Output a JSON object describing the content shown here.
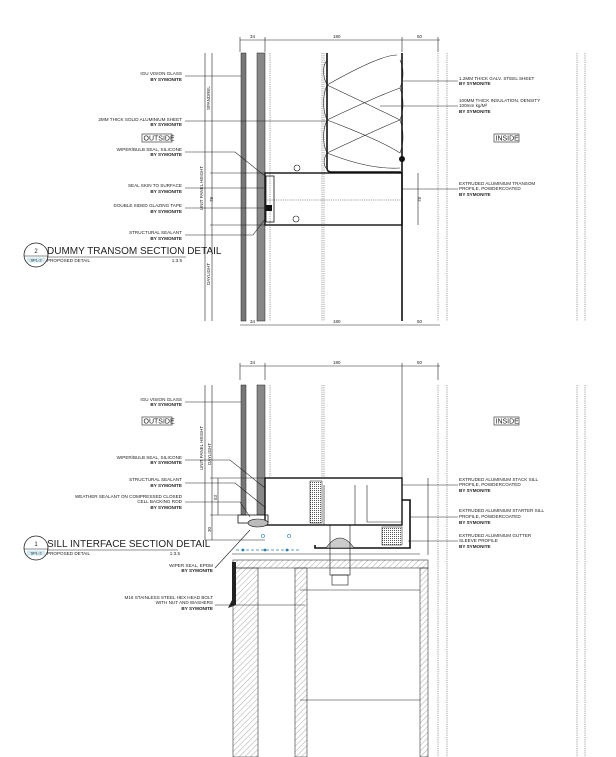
{
  "transom": {
    "title": "DUMMY TRANSOM SECTION DETAIL",
    "number": "2",
    "sheet": "SPL-2",
    "subtitle": "PROPOSED DETAIL",
    "scale": "1:3.5",
    "dims": {
      "d1": "34",
      "d2": "180",
      "d3": "50",
      "height": "78"
    },
    "vertical_dims": [
      "SPANDREL",
      "UNIT PANEL HEIGHT",
      "DAYLIGHT"
    ],
    "outside": "OUTSIDE",
    "inside": "INSIDE",
    "left_labels": [
      {
        "text": "IGU VISION GLASS",
        "by": "BY SYMONITE"
      },
      {
        "text": "2MM THICK SOLID ALUMINIUM SHEET",
        "by": "BY SYMONITE"
      },
      {
        "text": "WIPER/BULB SEAL, SILICONE",
        "by": "BY SYMONITE"
      },
      {
        "text": "SEAL SKIN TO SURFACE",
        "by": "BY SYMONITE"
      },
      {
        "text": "DOUBLE SIDED GLAZING TAPE",
        "by": "BY SYMONITE"
      },
      {
        "text": "STRUCTURAL SEALANT",
        "by": "BY SYMONITE"
      }
    ],
    "right_labels": [
      {
        "lines": [
          "1.2MM THICK GALV. STEEL SHEET"
        ],
        "by": "BY SYMONITE"
      },
      {
        "lines": [
          "100MM THICK INSULATION, DENSITY",
          "100mm kg/M³"
        ],
        "by": "BY SYMONITE"
      },
      {
        "lines": [
          "EXTRUDED ALUMINIUM TRANSOM",
          "PROFILE, POWDERCOATED"
        ],
        "by": "BY SYMONITE"
      }
    ]
  },
  "sill": {
    "title": "SILL INTERFACE SECTION DETAIL",
    "number": "1",
    "sheet": "SPL-2",
    "subtitle": "PROPOSED DETAIL",
    "scale": "1:3.5",
    "dims": {
      "d1": "34",
      "d2": "180",
      "d3": "50",
      "h1": "53",
      "h2": "30"
    },
    "vertical_dims": [
      "UNIT PANEL HEIGHT",
      "DAYLIGHT"
    ],
    "outside": "OUTSIDE",
    "inside": "INSIDE",
    "left_labels": [
      {
        "lines": [
          "IGU VISION GLASS"
        ],
        "by": "BY SYMONITE"
      },
      {
        "lines": [
          "WIPER/BULB SEAL, SILICONE"
        ],
        "by": "BY SYMONITE"
      },
      {
        "lines": [
          "STRUCTURAL SEALANT"
        ],
        "by": "BY SYMONITE"
      },
      {
        "lines": [
          "WEATHER SEALANT ON COMPRESSED CLOSED",
          "CELL BACKING ROD"
        ],
        "by": "BY SYMONITE"
      },
      {
        "lines": [
          "WIPER SEAL, EPDM"
        ],
        "by": "BY SYMONITE"
      },
      {
        "lines": [
          "M16 STAINLESS STEEL HEX HEAD BOLT",
          "WITH NUT AND WASHERS"
        ],
        "by": "BY SYMONITE"
      }
    ],
    "right_labels": [
      {
        "lines": [
          "EXTRUDED ALUMINIUM STACK SILL",
          "PROFILE, POWDERCOATED"
        ],
        "by": "BY SYMONITE"
      },
      {
        "lines": [
          "EXTRUDED ALUMINIUM STARTER SILL",
          "PROFILE, POWDERCOATED"
        ],
        "by": "BY SYMONITE"
      },
      {
        "lines": [
          "EXTRUDED ALUMINIUM GUTTER",
          "SLEEVE PROFILE"
        ],
        "by": "BY SYMONITE"
      }
    ]
  },
  "colors": {
    "line": "#222222",
    "accent": "#2a7fb8",
    "badge": "#cfeaf2"
  }
}
